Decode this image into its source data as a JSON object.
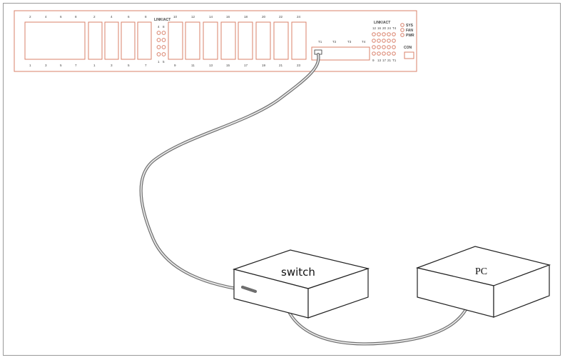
{
  "device_panel": {
    "top_port_numbers_group1": [
      "2",
      "4",
      "6",
      "8"
    ],
    "top_port_numbers_group2": [
      "2",
      "4",
      "6",
      "8"
    ],
    "top_port_numbers_group3": [
      "10",
      "12",
      "14",
      "16",
      "18",
      "20",
      "22",
      "24"
    ],
    "bottom_port_numbers_group1": [
      "1",
      "3",
      "5",
      "7"
    ],
    "bottom_port_numbers_group2": [
      "1",
      "3",
      "5",
      "7"
    ],
    "bottom_port_numbers_group3": [
      "9",
      "11",
      "13",
      "15",
      "17",
      "19",
      "21",
      "23"
    ],
    "linkact_label_left": "LINK/ACT",
    "linkact_top_left": [
      "4",
      "8"
    ],
    "linkact_bottom_left": [
      "1",
      "5"
    ],
    "linkact_label_right": "LINK/ACT",
    "linkact_top_right": [
      "12",
      "16",
      "20",
      "24",
      "T4"
    ],
    "linkact_bottom_right": [
      "9",
      "13",
      "17",
      "21",
      "T1"
    ],
    "uplink_labels": [
      "T1",
      "T2",
      "T3",
      "T4"
    ],
    "status_labels": [
      "SYS",
      "FAN",
      "PWR"
    ],
    "console_label": "CON"
  },
  "switch_box": {
    "label": "switch"
  },
  "pc_box": {
    "label": "PC"
  }
}
